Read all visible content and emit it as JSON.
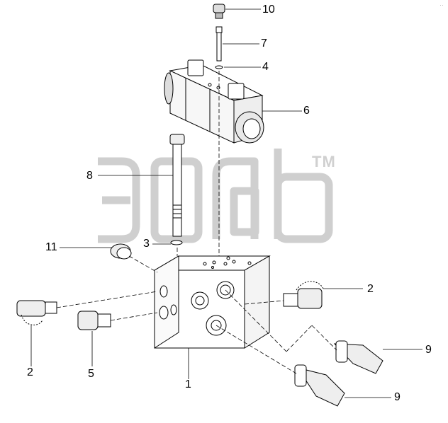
{
  "watermark": {
    "trademark": "TM",
    "logo_color": "#d4d4d4"
  },
  "corner_mark": "··",
  "callouts": [
    {
      "id": "c10",
      "text": "10"
    },
    {
      "id": "c7",
      "text": "7"
    },
    {
      "id": "c4",
      "text": "4"
    },
    {
      "id": "c6",
      "text": "6"
    },
    {
      "id": "c8",
      "text": "8"
    },
    {
      "id": "c11",
      "text": "11"
    },
    {
      "id": "c3",
      "text": "3"
    },
    {
      "id": "c2r",
      "text": "2"
    },
    {
      "id": "c2l",
      "text": "2"
    },
    {
      "id": "c5",
      "text": "5"
    },
    {
      "id": "c1",
      "text": "1"
    },
    {
      "id": "c9a",
      "text": "9"
    },
    {
      "id": "c9b",
      "text": "9"
    }
  ]
}
